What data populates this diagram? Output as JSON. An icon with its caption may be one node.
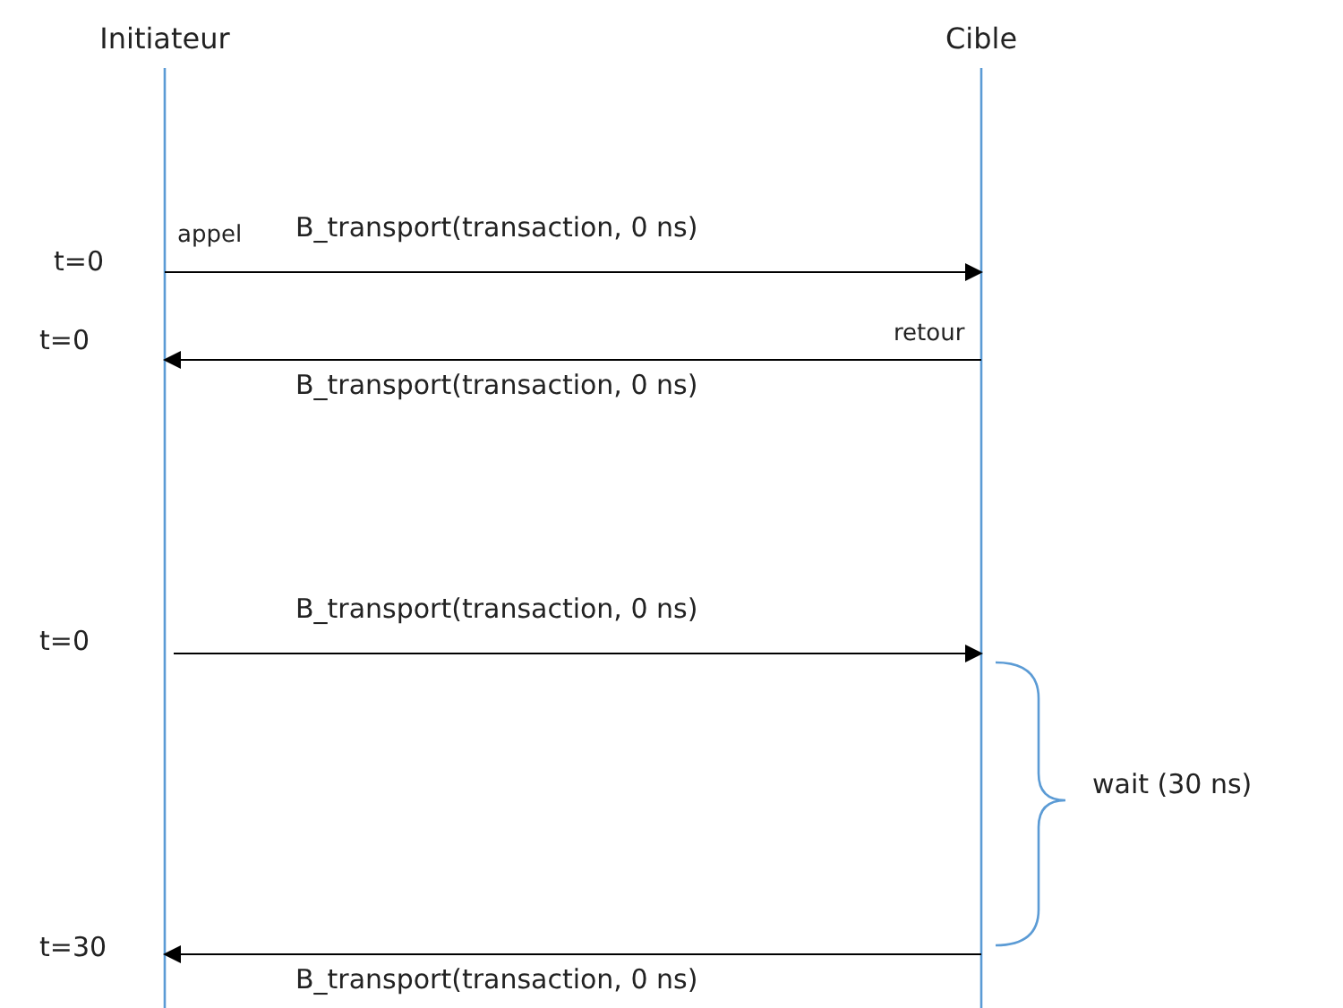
{
  "diagram": {
    "nodes": [
      {
        "text": [
          "Initiateur"
        ]
      },
      {
        "text": [
          "Cible"
        ]
      }
    ],
    "edges": [
      {
        "from": 0,
        "to": 1,
        "arrow": "to",
        "label": "B_transport(transaction, 0 ns)"
      },
      {
        "from": 1,
        "to": 0,
        "arrow": "to",
        "label": "B_transport(transaction, 0 ns)"
      },
      {
        "from": 0,
        "to": 1,
        "arrow": "to",
        "label": "B_transport(transaction, 0 ns)"
      },
      {
        "from": 1,
        "to": 0,
        "arrow": "to",
        "label": "B_transport(transaction, 0 ns)"
      }
    ],
    "labels": [
      "t=0",
      "appel",
      "t=0",
      "retour",
      "t=0",
      "wait (30 ns)",
      "t=30"
    ]
  }
}
